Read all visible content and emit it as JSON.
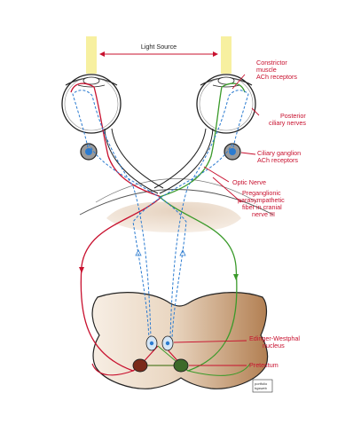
{
  "labels": {
    "light_source": "Light Source",
    "constrictor": [
      "Constrictor",
      "muscle",
      "ACh receptors"
    ],
    "posterior": [
      "Posterior",
      "ciliary nerves"
    ],
    "ciliary_ganglion": [
      "Ciliary ganglion",
      "ACh receptors"
    ],
    "optic_nerve": "Optic Nerve",
    "preganglionic": [
      "Preganglionic",
      "parasympathetic",
      "fiber in cranial",
      "nerve III"
    ],
    "edinger": [
      "Edinger-Westphal",
      "nucleus"
    ],
    "pretectum": "Pretectum"
  },
  "logo": [
    "portfolio",
    "bgsweb"
  ],
  "colors": {
    "red_fiber": "#c8102e",
    "green_fiber": "#3a9a2a",
    "blue_fiber": "#2b7bd0",
    "light_beam": "#f7f0a0",
    "midbrain_light": "#f6ece1",
    "midbrain_dark": "#b8875a"
  }
}
